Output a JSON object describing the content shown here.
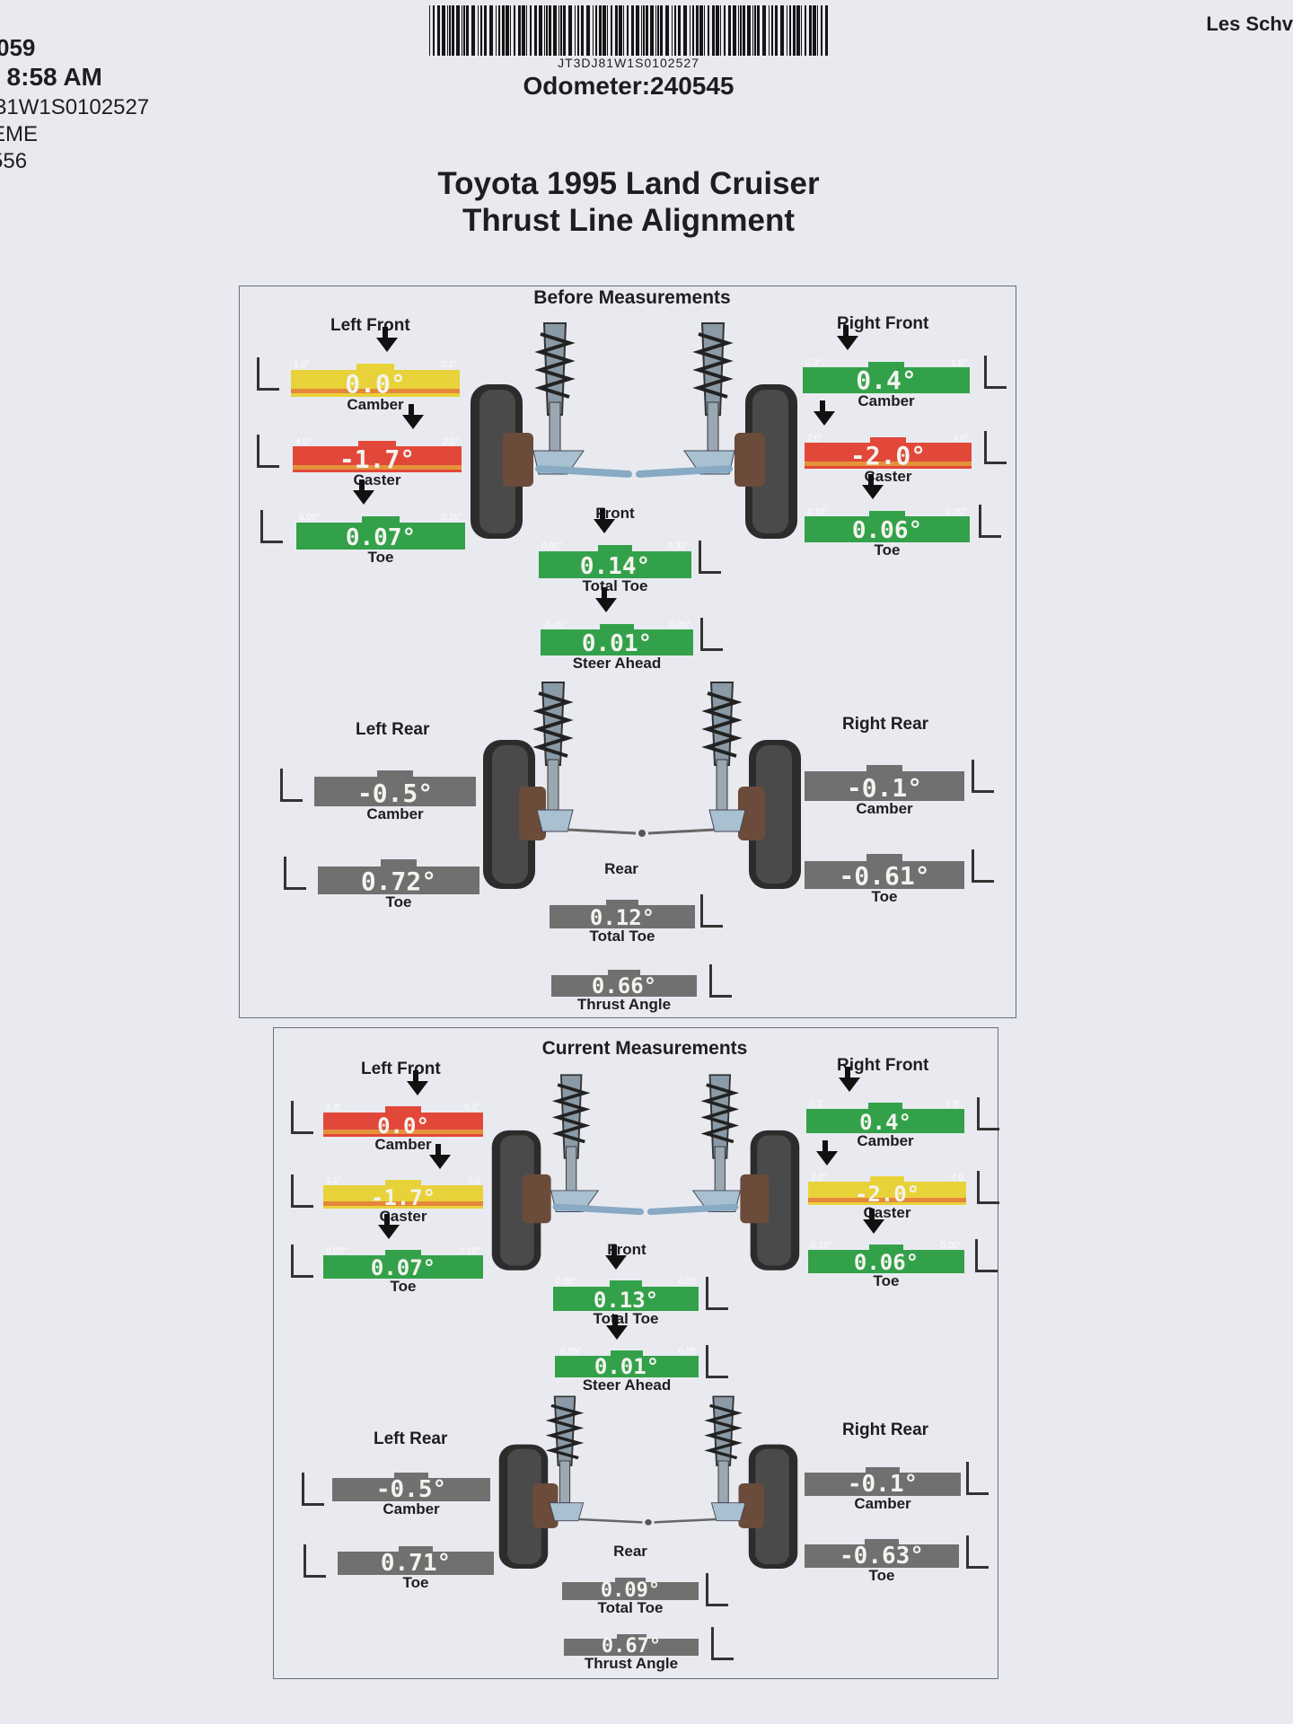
{
  "header": {
    "left_lines": [
      "059",
      "l 8:58 AM",
      "31W1S0102527",
      "EME",
      "556"
    ],
    "right_text": "Les Schv",
    "vin": "JT3DJ81W1S0102527",
    "odometer": "Odometer:240545"
  },
  "title": {
    "line1": "Toyota 1995 Land Cruiser",
    "line2": "Thrust Line Alignment"
  },
  "colors": {
    "red": "#e2483a",
    "yellow": "#e8d23a",
    "green": "#33a14a",
    "gray": "#6f706f",
    "paper": "#e9eaf0"
  },
  "before": {
    "title": "Before Measurements",
    "left_front": {
      "label": "Left Front",
      "camber": {
        "value": "0.0°",
        "min": "1.8°",
        "max": "0.3°",
        "label": "Camber",
        "status": "yellow"
      },
      "caster": {
        "value": "-1.7°",
        "min": "4.0°",
        "max": "2.0°",
        "label": "Caster",
        "status": "red"
      },
      "toe": {
        "value": "0.07°",
        "min": "0.00°",
        "max": "0.16°",
        "label": "Toe",
        "status": "green"
      }
    },
    "right_front": {
      "label": "Right Front",
      "camber": {
        "value": "0.4°",
        "min": "0.3°",
        "max": "1.8°",
        "label": "Camber",
        "status": "green"
      },
      "caster": {
        "value": "-2.0°",
        "min": "2.0°",
        "max": "4.0°",
        "label": "Caster",
        "status": "red"
      },
      "toe": {
        "value": "0.06°",
        "min": "0.16°",
        "max": "0.00°",
        "label": "Toe",
        "status": "green"
      }
    },
    "front": {
      "label": "Front",
      "total_toe": {
        "value": "0.14°",
        "min": "0.00°",
        "max": "0.32°",
        "label": "Total Toe",
        "status": "green"
      },
      "steer_ahead": {
        "value": "0.01°",
        "min": "-0.05°",
        "max": "0.05°",
        "label": "Steer Ahead",
        "status": "green"
      }
    },
    "left_rear": {
      "label": "Left Rear",
      "camber": {
        "value": "-0.5°",
        "label": "Camber",
        "status": "gray"
      },
      "toe": {
        "value": "0.72°",
        "label": "Toe",
        "status": "gray"
      }
    },
    "right_rear": {
      "label": "Right Rear",
      "camber": {
        "value": "-0.1°",
        "label": "Camber",
        "status": "gray"
      },
      "toe": {
        "value": "-0.61°",
        "label": "Toe",
        "status": "gray"
      }
    },
    "rear": {
      "label": "Rear",
      "total_toe": {
        "value": "0.12°",
        "label": "Total Toe",
        "status": "gray"
      },
      "thrust_angle": {
        "value": "0.66°",
        "label": "Thrust Angle",
        "status": "gray"
      }
    }
  },
  "current": {
    "title": "Current Measurements",
    "left_front": {
      "label": "Left Front",
      "camber": {
        "value": "0.0°",
        "min": "1.8°",
        "max": "0.3°",
        "label": "Camber",
        "status": "red"
      },
      "caster": {
        "value": "-1.7°",
        "min": "4.0°",
        "max": "2.0",
        "label": "Caster",
        "status": "yellow"
      },
      "toe": {
        "value": "0.07°",
        "min": "0.00°",
        "max": "0.16°",
        "label": "Toe",
        "status": "green"
      }
    },
    "right_front": {
      "label": "Right Front",
      "camber": {
        "value": "0.4°",
        "min": "0.3°",
        "max": "1.8°",
        "label": "Camber",
        "status": "green"
      },
      "caster": {
        "value": "-2.0°",
        "min": "2.0°",
        "max": "4.0",
        "label": "Caster",
        "status": "yellow"
      },
      "toe": {
        "value": "0.06°",
        "min": "0.16°",
        "max": "0.00°",
        "label": "Toe",
        "status": "green"
      }
    },
    "front": {
      "label": "Front",
      "total_toe": {
        "value": "0.13°",
        "min": "0.00°",
        "max": "0.32",
        "label": "Total Toe",
        "status": "green"
      },
      "steer_ahead": {
        "value": "0.01°",
        "min": "-0.05°",
        "max": "0.05",
        "label": "Steer Ahead",
        "status": "green"
      }
    },
    "left_rear": {
      "label": "Left Rear",
      "camber": {
        "value": "-0.5°",
        "label": "Camber",
        "status": "gray"
      },
      "toe": {
        "value": "0.71°",
        "label": "Toe",
        "status": "gray"
      }
    },
    "right_rear": {
      "label": "Right Rear",
      "camber": {
        "value": "-0.1°",
        "label": "Camber",
        "status": "gray"
      },
      "toe": {
        "value": "-0.63°",
        "label": "Toe",
        "status": "gray"
      }
    },
    "rear": {
      "label": "Rear",
      "total_toe": {
        "value": "0.09°",
        "label": "Total Toe",
        "status": "gray"
      },
      "thrust_angle": {
        "value": "0.67°",
        "label": "Thrust Angle",
        "status": "gray"
      }
    }
  }
}
